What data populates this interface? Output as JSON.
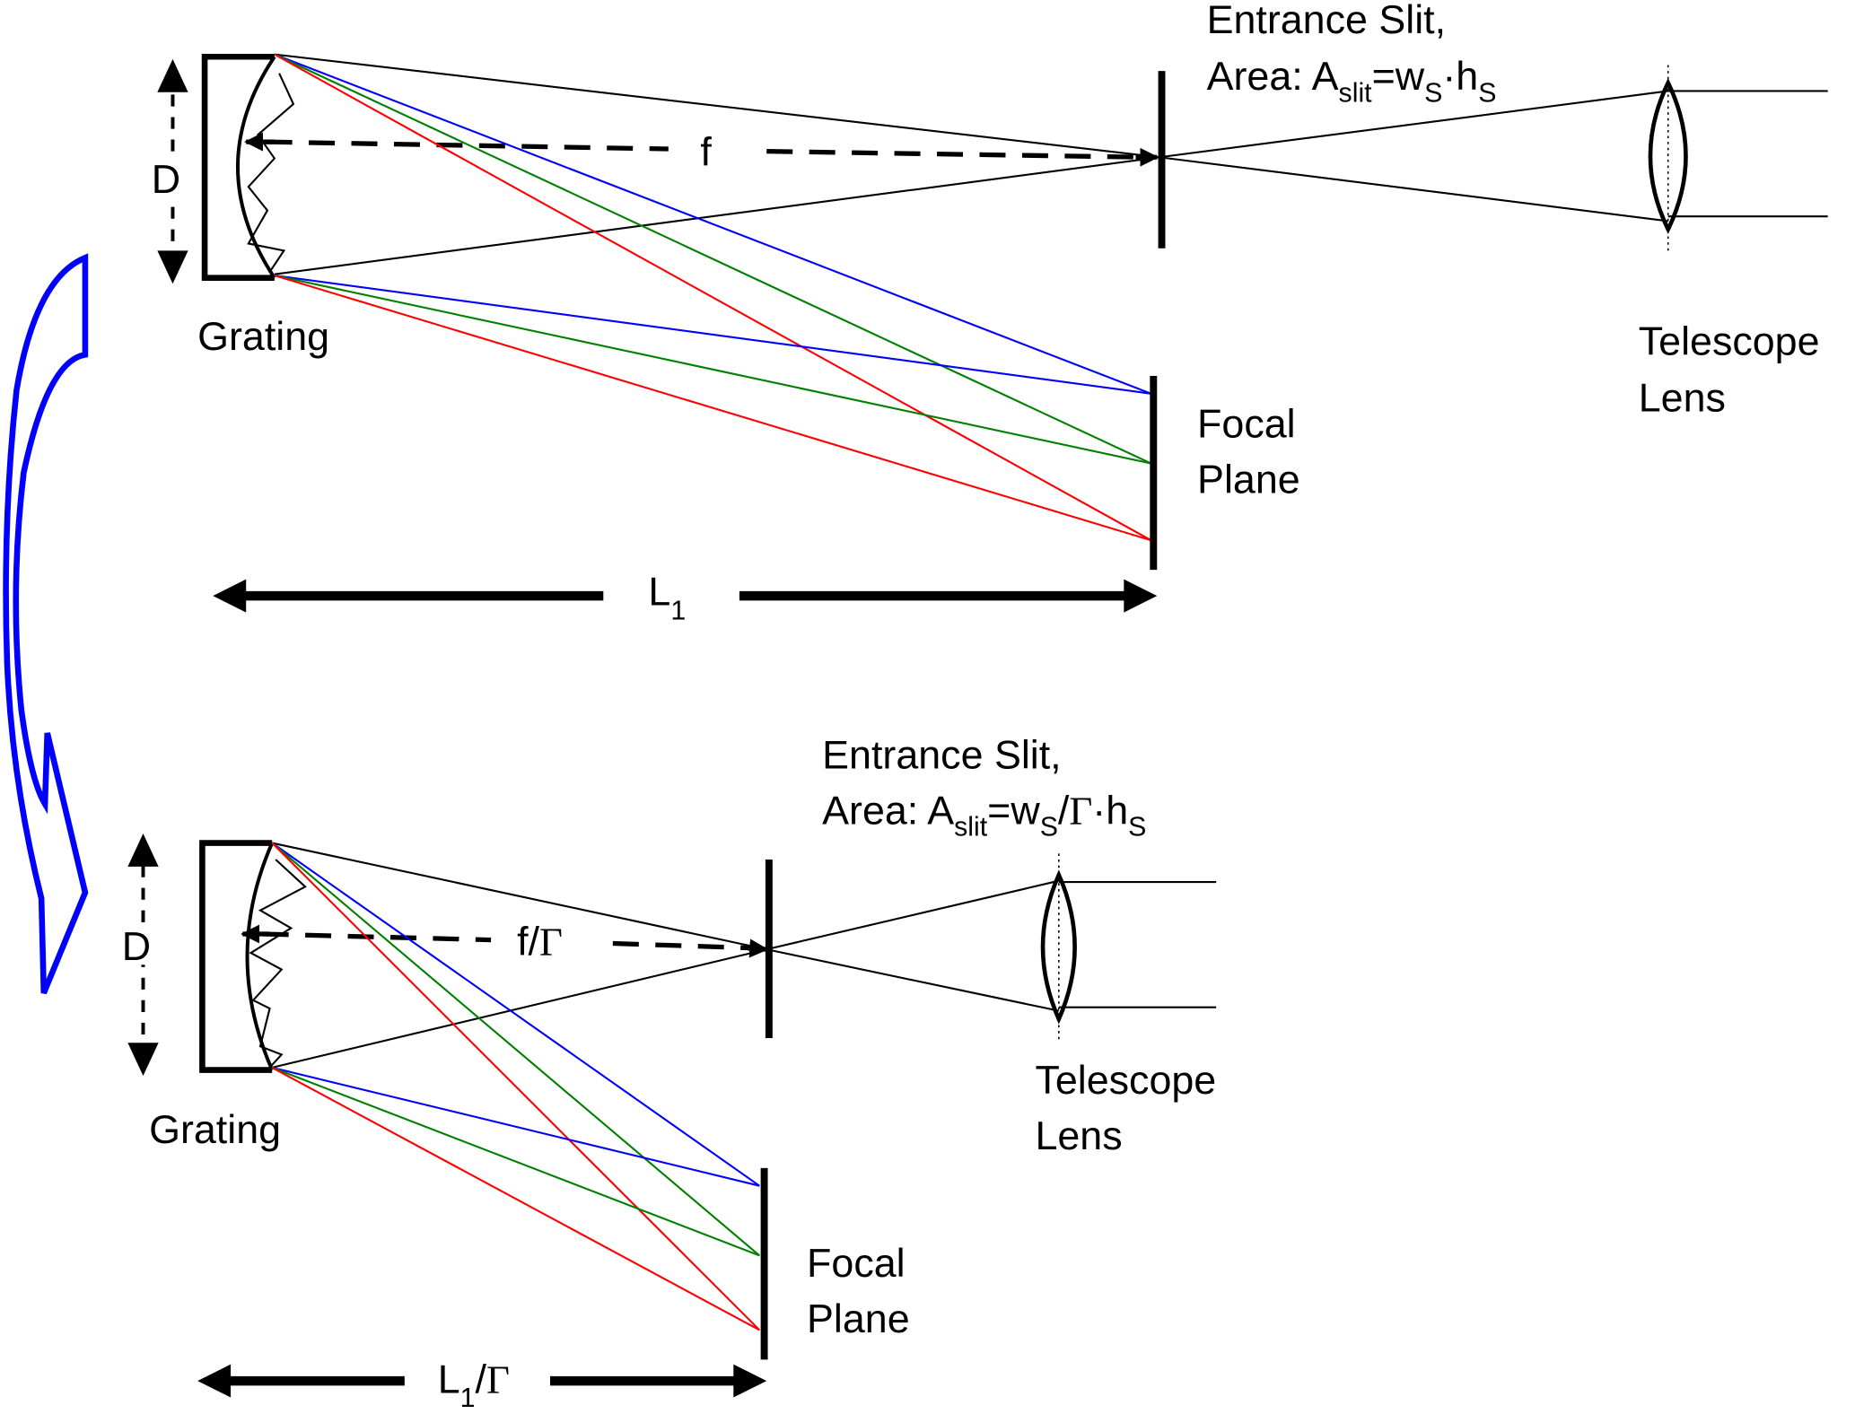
{
  "colors": {
    "blue_ray": "#0000ff",
    "green_ray": "#008000",
    "red_ray": "#ff0000",
    "transform_arrow": "#0000ff"
  },
  "top": {
    "grating_label": "Grating",
    "aperture_label": "D",
    "focal_length_label": "f",
    "slit_title": "Entrance Slit,",
    "slit_area": {
      "prefix": "Area: A",
      "sub1": "slit",
      "mid": "=w",
      "sub2": "S",
      "dot": "·h",
      "sub3": "S",
      "gamma": ""
    },
    "telescope_label_1": "Telescope",
    "telescope_label_2": "Lens",
    "focal_plane_label_1": "Focal",
    "focal_plane_label_2": "Plane",
    "length_label": "L",
    "length_sub": "1",
    "length_suffix": ""
  },
  "bottom": {
    "grating_label": "Grating",
    "aperture_label": "D",
    "focal_length_label": "f/",
    "focal_length_gamma": "Γ",
    "slit_title": "Entrance Slit,",
    "slit_area": {
      "prefix": "Area: A",
      "sub1": "slit",
      "mid": "=w",
      "sub2": "S",
      "slash": "/",
      "gamma": "Γ",
      "dot": "·h",
      "sub3": "S"
    },
    "telescope_label_1": "Telescope",
    "telescope_label_2": "Lens",
    "focal_plane_label_1": "Focal",
    "focal_plane_label_2": "Plane",
    "length_label": "L",
    "length_sub": "1",
    "length_suffix": "/",
    "length_gamma": "Γ"
  }
}
